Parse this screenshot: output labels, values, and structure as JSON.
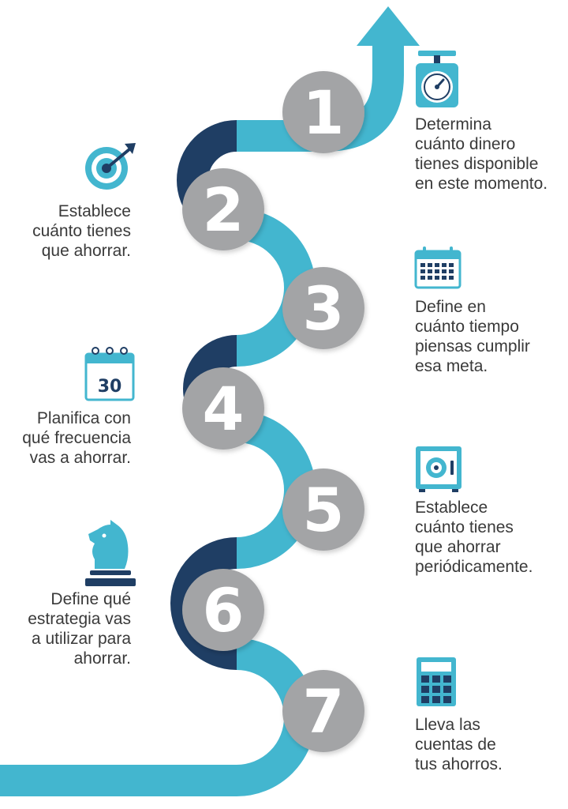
{
  "colors": {
    "light": "#43b6cf",
    "dark": "#1f3e64",
    "circle": "#a3a4a6",
    "text": "#3a3a3a"
  },
  "steps": [
    {
      "number": "1",
      "text": "Determina\ncuánto dinero\ntienes disponible\nen este momento.",
      "icon": "scale-icon"
    },
    {
      "number": "2",
      "text": "Establece\ncuánto tienes\nque ahorrar.",
      "icon": "target-icon"
    },
    {
      "number": "3",
      "text": "Define en\ncuánto tiempo\npiensas cumplir\nesa meta.",
      "icon": "calendar-icon"
    },
    {
      "number": "4",
      "text": "Planifica con\nqué frecuencia\nvas a ahorrar.",
      "icon": "calendar-30-icon",
      "icon_label": "30"
    },
    {
      "number": "5",
      "text": "Establece\ncuánto tienes\nque ahorrar\nperiódicamente.",
      "icon": "safe-icon"
    },
    {
      "number": "6",
      "text": "Define qué\nestrategia vas\na utilizar para\nahorrar.",
      "icon": "chess-knight-icon"
    },
    {
      "number": "7",
      "text": "Lleva las\ncuentas de\ntus ahorros.",
      "icon": "calculator-icon"
    }
  ]
}
